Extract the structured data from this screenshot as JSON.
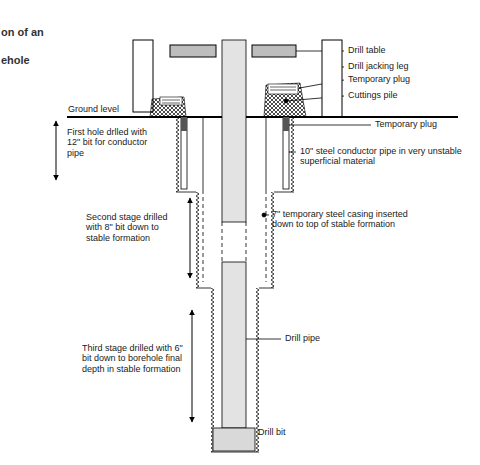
{
  "diagram": {
    "labels": [
      "on of an",
      "ehole",
      "Drill table",
      "Drill jacking leg",
      "Temporary plug",
      "Cuttings pile",
      "Ground level",
      "Temporary plug",
      "First hole drlled with 12\" bit for conductor pipe",
      "10\" steel conductor pipe in very unstable superficial material",
      "Second stage drilled with 8\" bit down to stable formation",
      "7\" temporary steel casing inserted down to top of stable formation",
      "Drill pipe",
      "Third stage drilled with 6\" bit down to borehole final depth in stable formation",
      "Drill bit"
    ]
  }
}
